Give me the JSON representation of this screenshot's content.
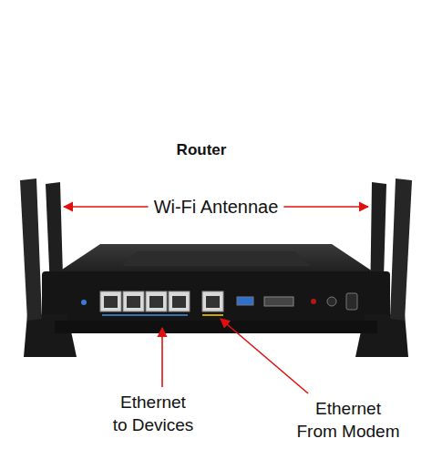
{
  "diagram": {
    "title": "Router",
    "labels": [
      "Wi-Fi Antennae",
      "Ethernet to Devices",
      "Ethernet From Modem"
    ]
  }
}
